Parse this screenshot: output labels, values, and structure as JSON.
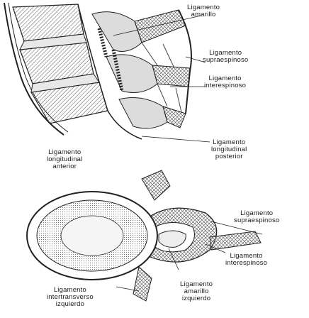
{
  "labels": {
    "amarillo_top": [
      "Ligamento",
      "amarillo"
    ],
    "supraespinoso_top": [
      "Ligamento",
      "supraespinoso"
    ],
    "interespinoso_top": [
      "Ligamento",
      "interespinoso"
    ],
    "long_posterior": [
      "Ligamento",
      "longitudinal",
      "posterior"
    ],
    "long_anterior": [
      "Ligamento",
      "longitudinal",
      "anterior"
    ],
    "supraespinoso_bottom": [
      "Ligamento",
      "supraespinoso"
    ],
    "interespinoso_bottom": [
      "Ligamento",
      "interespinoso"
    ],
    "amarillo_izq": [
      "Ligamento",
      "amarillo",
      "izquierdo"
    ],
    "intertransverso": [
      "Ligamento",
      "intertransverso",
      "izquierdo"
    ]
  },
  "colors": {
    "ink": "#1a1a1a",
    "hatch": "#555555",
    "paper": "#ffffff"
  }
}
